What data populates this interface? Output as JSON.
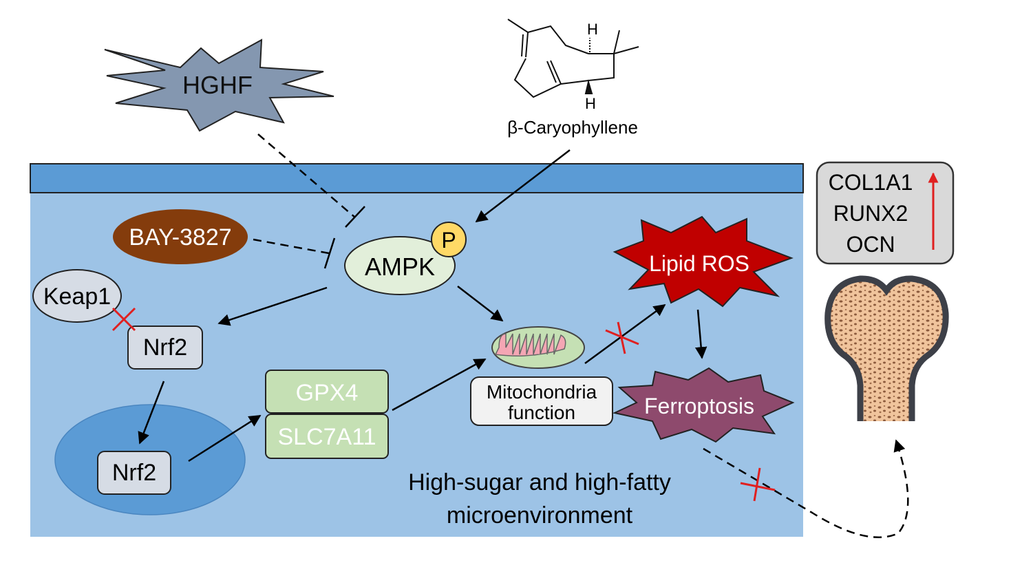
{
  "labels": {
    "hghf": "HGHF",
    "compound": "β-Caryophyllene",
    "h_top": "H",
    "h_bottom": "H",
    "bay": "BAY-3827",
    "ampk": "AMPK",
    "p": "P",
    "keap1": "Keap1",
    "nrf2_cyto": "Nrf2",
    "nrf2_nucleus": "Nrf2",
    "gpx4": "GPX4",
    "slc7a11": "SLC7A11",
    "mito_line1": "Mitochondria",
    "mito_line2": "function",
    "lipid_ros": "Lipid ROS",
    "ferroptosis": "Ferroptosis",
    "env_line1": "High-sugar and high-fatty",
    "env_line2": "microenvironment",
    "markers": [
      "COL1A1",
      "RUNX2",
      "OCN"
    ]
  },
  "colors": {
    "cell": "#9dc3e6",
    "membrane": "#5b9bd5",
    "hghf": "#8497b0",
    "bay": "#843c0c",
    "ampk": "#e2efda",
    "phospho": "#ffd966",
    "gpx": "#c5e0b4",
    "lipid_ros": "#c00000",
    "ferroptosis": "#8e4a6d",
    "inhibit_x": "#e02020",
    "up_arrow": "#e02020",
    "bone": "#e8b48a"
  },
  "icons": [
    "mitochondrion-icon",
    "bone-icon",
    "up-arrow-icon",
    "block-x-icon"
  ]
}
